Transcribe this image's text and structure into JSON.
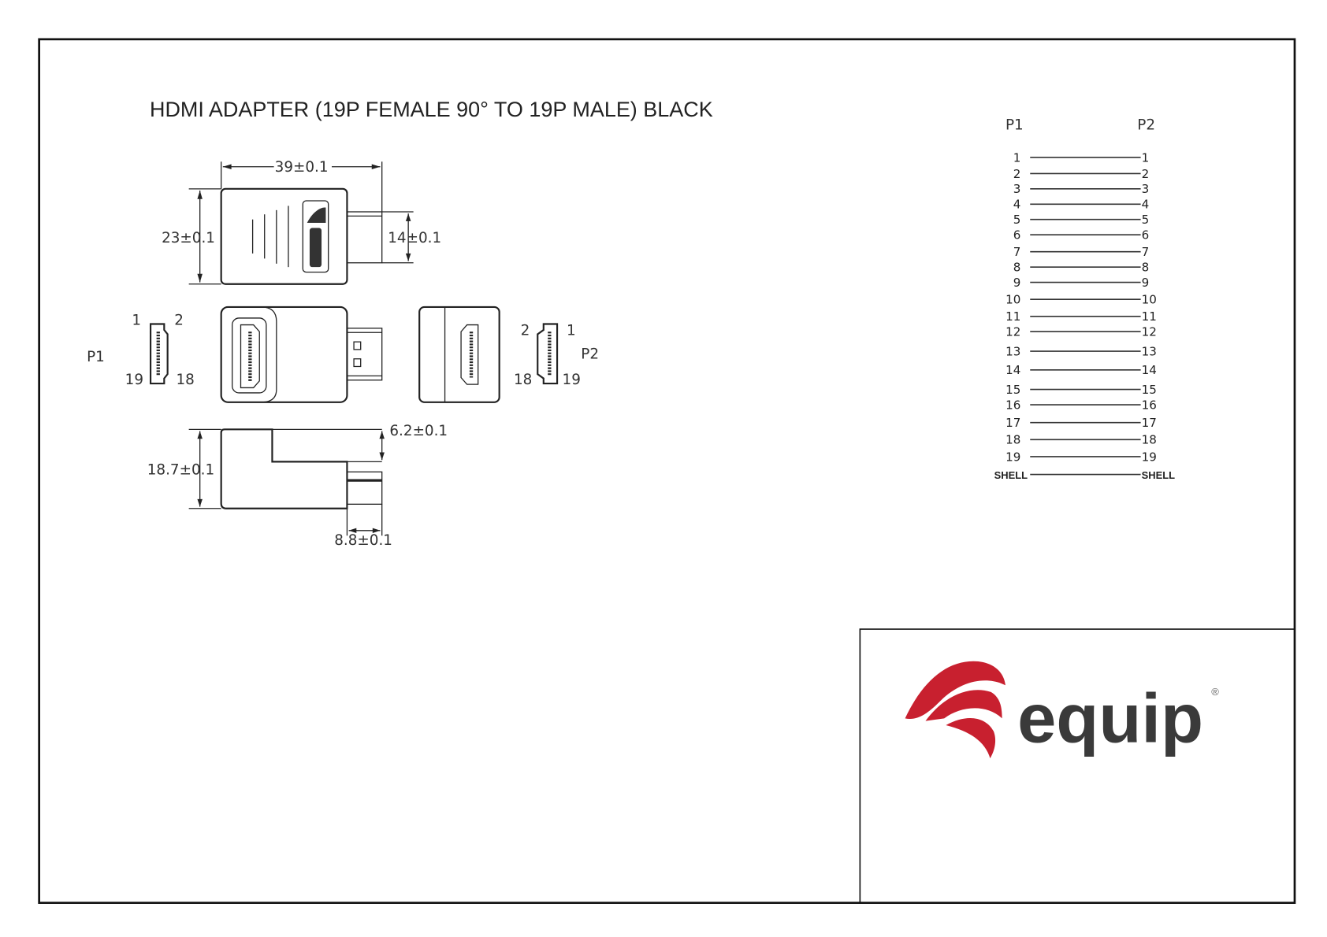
{
  "title": "HDMI ADAPTER (19P FEMALE 90° TO 19P MALE) BLACK",
  "dimensions": {
    "length": "39±0.1",
    "height": "23±0.1",
    "plug_width": "14±0.1",
    "depth": "18.7±0.1",
    "plug_offset": "6.2±0.1",
    "plug_thickness": "8.8±0.1"
  },
  "connector_p1": {
    "label": "P1",
    "pin_1": "1",
    "pin_2": "2",
    "pin_19": "19",
    "pin_18": "18"
  },
  "connector_p2": {
    "label": "P2",
    "pin_1": "1",
    "pin_2": "2",
    "pin_19": "19",
    "pin_18": "18"
  },
  "pinout": {
    "header_left": "P1",
    "header_right": "P2",
    "pins": [
      "1",
      "2",
      "3",
      "4",
      "5",
      "6",
      "7",
      "8",
      "9",
      "10",
      "11",
      "12",
      "13",
      "14",
      "15",
      "16",
      "17",
      "18",
      "19",
      "SHELL"
    ]
  },
  "brand": {
    "name": "equip",
    "registered": "®",
    "primary_color": "#c8202f",
    "text_color": "#3a3a3a"
  }
}
